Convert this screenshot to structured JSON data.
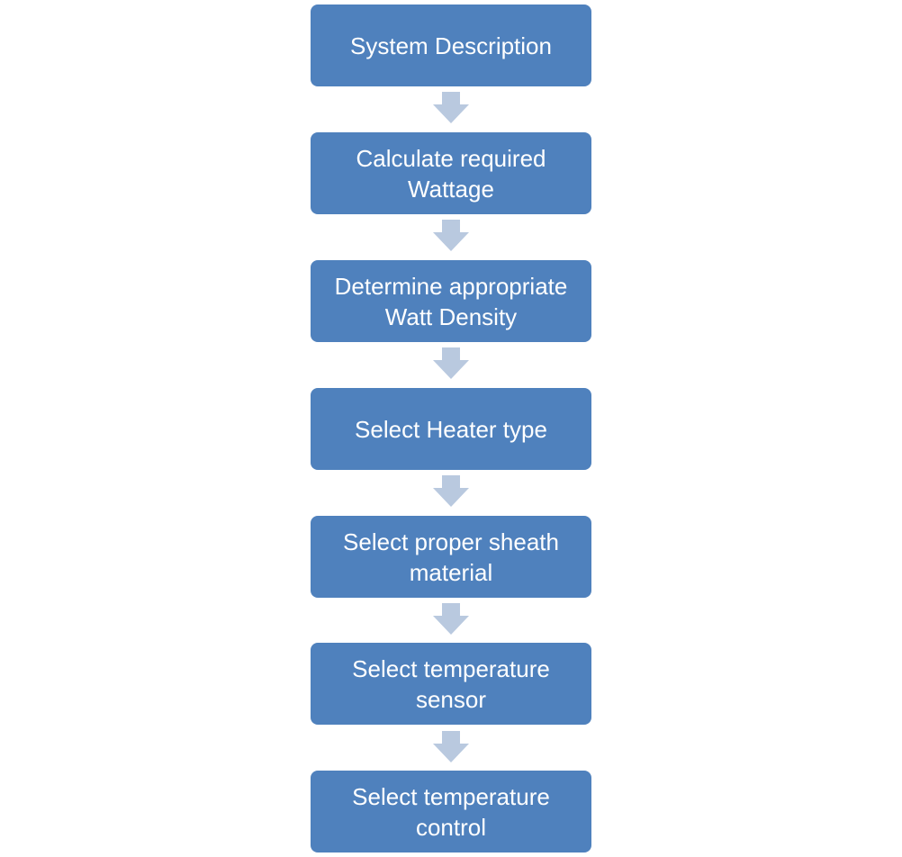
{
  "flowchart": {
    "steps": [
      "System Description",
      "Calculate required\nWattage",
      "Determine appropriate\nWatt Density",
      "Select Heater type",
      "Select proper sheath\nmaterial",
      "Select temperature\nsensor",
      "Select temperature\ncontrol"
    ],
    "arrow_icon": "down-arrow-icon",
    "colors": {
      "box_fill": "#4f81bd",
      "box_text": "#ffffff",
      "arrow_fill": "#b9c9df"
    }
  }
}
